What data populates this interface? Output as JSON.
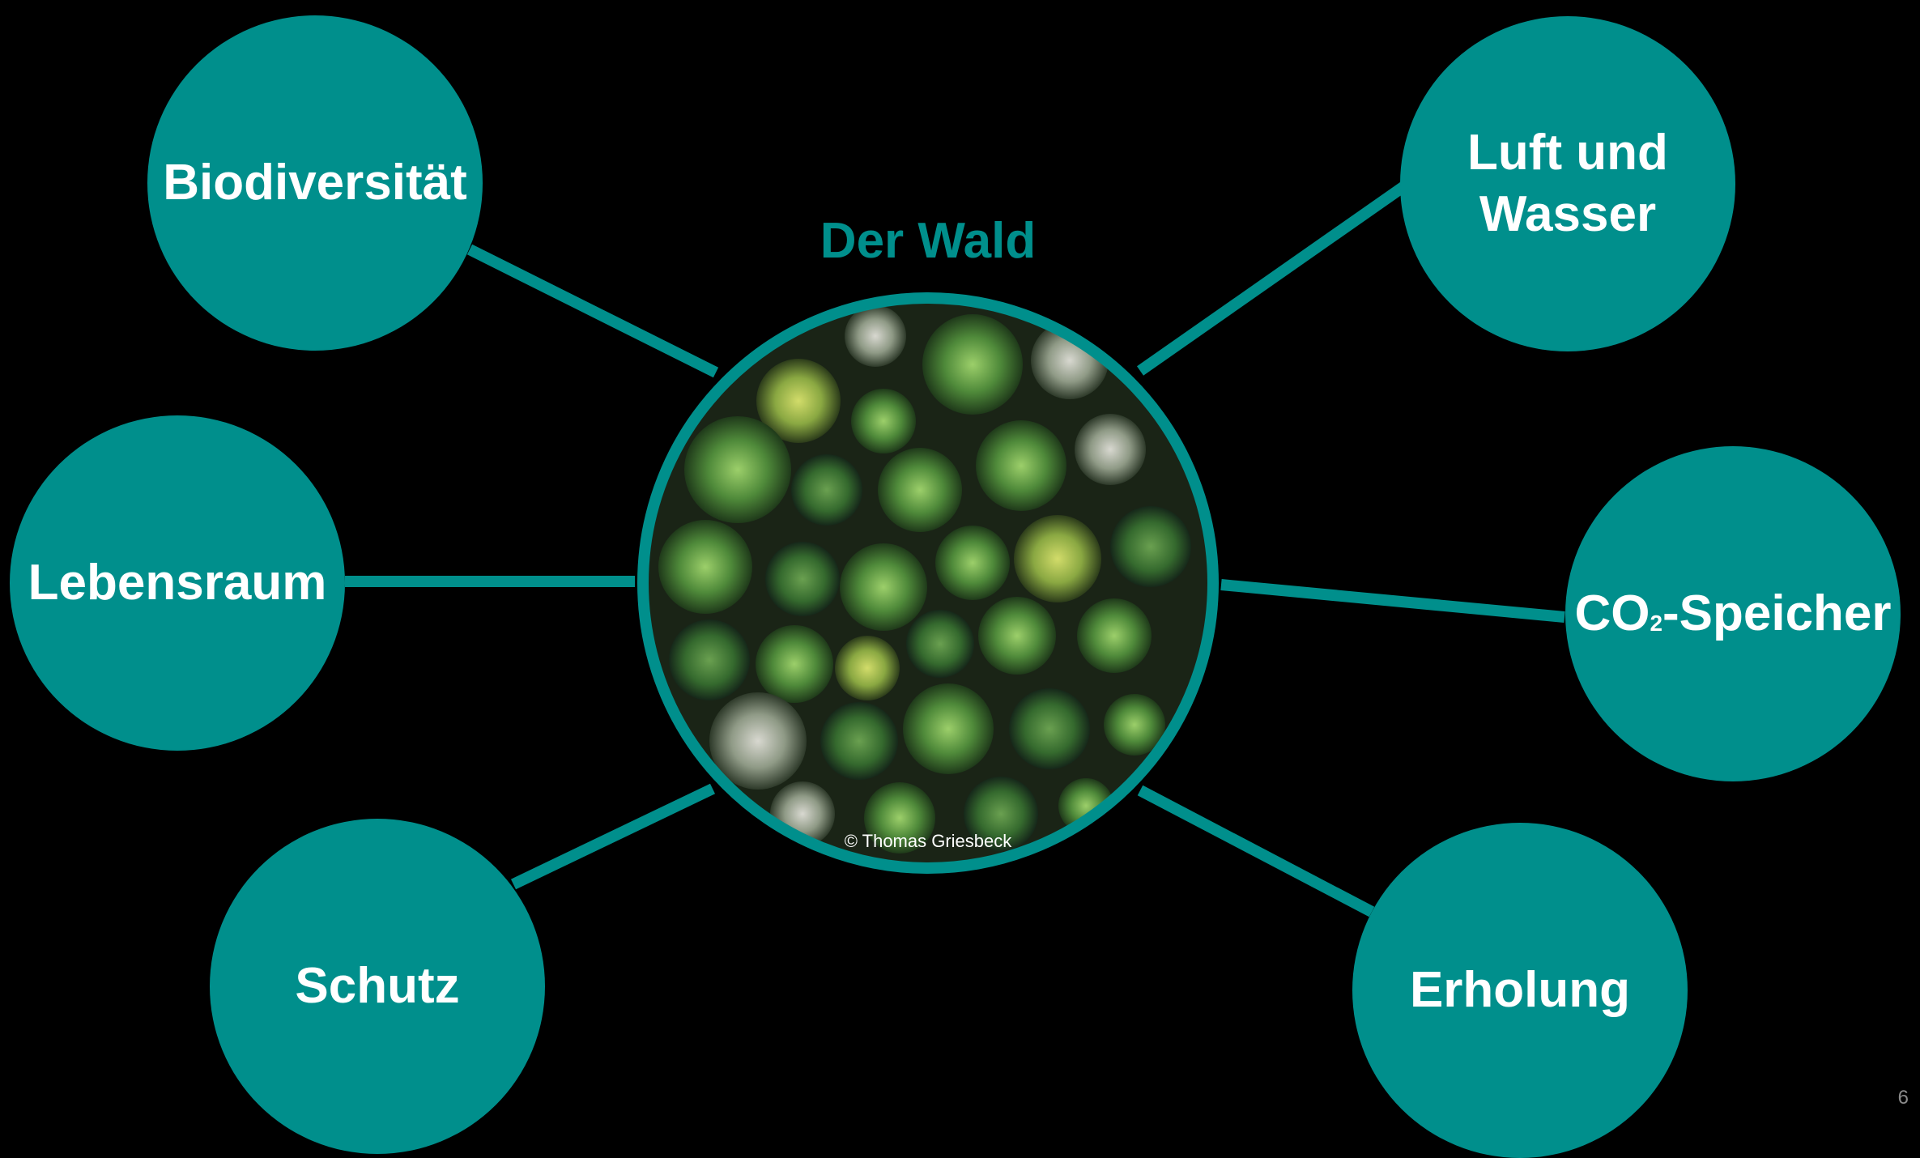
{
  "center": {
    "title": "Der Wald",
    "photo_credit": "© Thomas Griesbeck"
  },
  "nodes": {
    "biodiversitaet": "Biodiversität",
    "lebensraum": "Lebensraum",
    "schutz": "Schutz",
    "luft_wasser_line1": "Luft und",
    "luft_wasser_line2": "Wasser",
    "co2_prefix": "CO",
    "co2_sub": "2",
    "co2_suffix": "-Speicher",
    "erholung": "Erholung"
  },
  "page_number": "6",
  "colors": {
    "background": "#000000",
    "teal": "#008f8c",
    "text": "#ffffff"
  }
}
